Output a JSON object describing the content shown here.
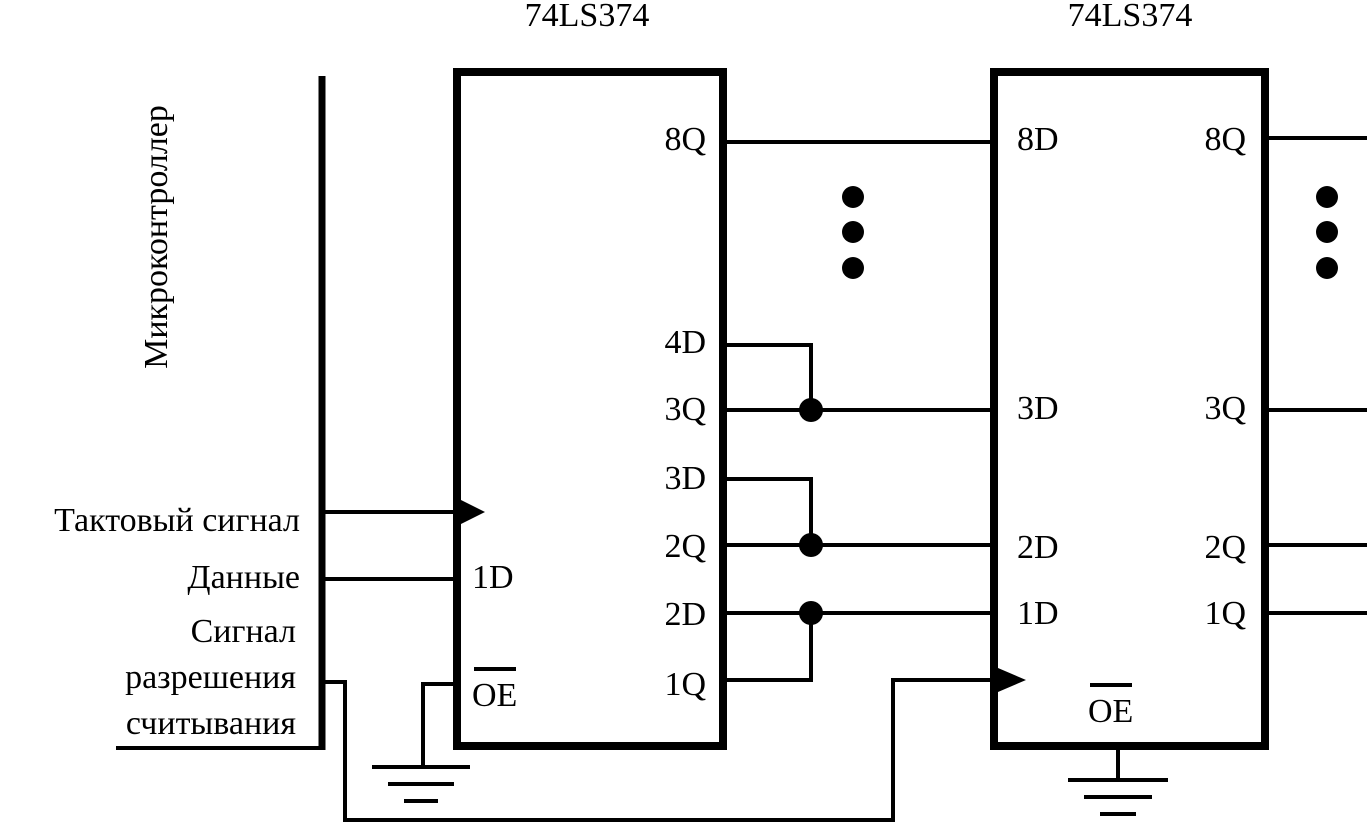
{
  "chips": {
    "left_title": "74LS374",
    "right_title": "74LS374"
  },
  "bus_label": "Микроконтроллер",
  "signals": {
    "clock": "Тактовый сигнал",
    "data": "Данные",
    "read_enable": [
      "Сигнал",
      "разрешения",
      "считывания"
    ]
  },
  "left_chip_pins": {
    "q8": "8Q",
    "d4": "4D",
    "q3": "3Q",
    "d3": "3D",
    "q2": "2Q",
    "d2": "2D",
    "q1": "1Q",
    "d1": "1D",
    "oe": "OE"
  },
  "right_chip_pins": {
    "d8": "8D",
    "q8": "8Q",
    "d3": "3D",
    "q3": "3Q",
    "d2": "2D",
    "q2": "2Q",
    "d1": "1D",
    "q1": "1Q",
    "oe": "OE"
  }
}
